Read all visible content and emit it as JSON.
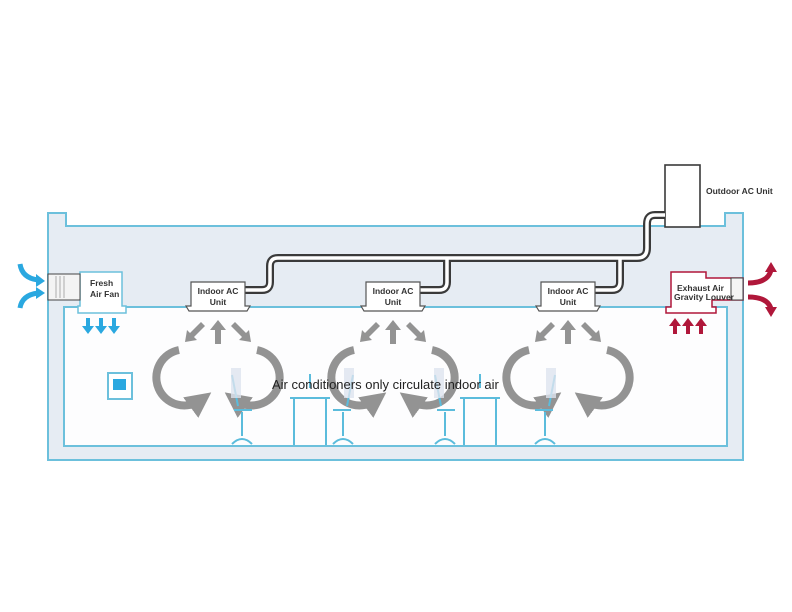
{
  "diagram": {
    "caption": "Air conditioners only circulate indoor air",
    "outdoor_unit": {
      "label": "Outdoor AC Unit"
    },
    "fresh_air_fan": {
      "label_line1": "Fresh",
      "label_line2": "Air Fan"
    },
    "exhaust_louver": {
      "label_line1": "Exhaust Air",
      "label_line2": "Gravity Louver"
    },
    "indoor_units": [
      {
        "label_line1": "Indoor AC",
        "label_line2": "Unit"
      },
      {
        "label_line1": "Indoor AC",
        "label_line2": "Unit"
      },
      {
        "label_line1": "Indoor AC",
        "label_line2": "Unit"
      }
    ],
    "colors": {
      "wall_stroke": "#6cc0dc",
      "wall_fill": "#e6ecf3",
      "fresh_air": "#2aa8e0",
      "exhaust_air": "#b0173a",
      "circulation": "#939393",
      "pipe": "#3a3a3a",
      "furniture": "#5bbcdc"
    }
  }
}
